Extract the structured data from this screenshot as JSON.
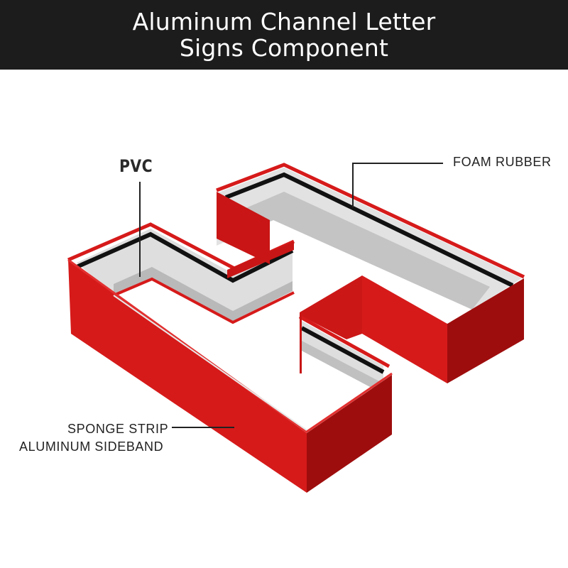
{
  "header": {
    "title_line1": "Aluminum Channel Letter",
    "title_line2": "Signs Component"
  },
  "labels": {
    "pvc": "PVC",
    "foam_rubber": "FOAM RUBBER",
    "sponge_strip": "SPONGE STRIP",
    "aluminum_sideband": "ALUMINUM SIDEBAND"
  },
  "colors": {
    "header_bg": "#1c1c1c",
    "red_light": "#d61a1a",
    "red_dark": "#9e0d0d",
    "liner_gray": "#dcdcdc",
    "stripe_black": "#111111"
  }
}
